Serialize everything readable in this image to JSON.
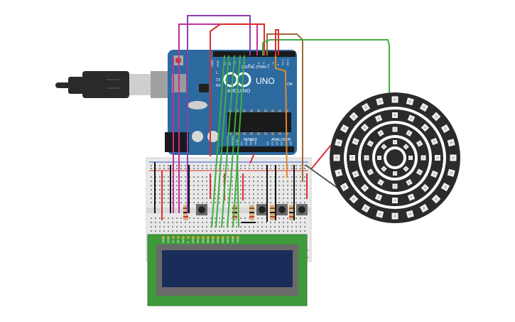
{
  "arduino": {
    "brand": "ARDUINO",
    "model": "UNO",
    "header_digital": "DIGITAL (PWM~)",
    "header_power": "POWER",
    "header_analog": "ANALOG IN",
    "label_l": "L",
    "label_tx": "TX",
    "label_rx": "RX",
    "label_on": "ON",
    "label_aref": "AREF",
    "label_gnd": "GND",
    "digital_pins": [
      "13",
      "12",
      "~11",
      "~10",
      "~9",
      "8",
      "7",
      "~6",
      "~5",
      "4",
      "~3",
      "2",
      "TX 1",
      "RX 0"
    ],
    "power_pins": [
      "IOREF",
      "RESET",
      "3.3V",
      "5V",
      "GND",
      "GND",
      "Vin"
    ],
    "analog_pins": [
      "A0",
      "A1",
      "A2",
      "A3",
      "A4",
      "A5"
    ]
  },
  "lcd": {
    "pin_labels": [
      "GND",
      "VCC",
      "V0",
      "RS",
      "RW",
      "E",
      "DB0",
      "DB1",
      "DB2",
      "DB3",
      "DB4",
      "DB5",
      "DB6",
      "DB7",
      "LED+",
      "LED-"
    ]
  },
  "colors": {
    "pcb": "#2d6a9f",
    "usb": "#2a2a2a",
    "breadboard": "#e8e8e8",
    "lcd_board": "#3e9a3a",
    "lcd_screen": "#1a2d5a",
    "neopixel_ring": "#2b2b2b",
    "wire_red": "#e02b2b",
    "wire_green": "#3fae3f",
    "wire_purple": "#8a3fb0",
    "wire_magenta": "#c0309a",
    "wire_orange": "#e08a2b",
    "wire_brown": "#9a6a3a",
    "wire_gray": "#555555"
  }
}
